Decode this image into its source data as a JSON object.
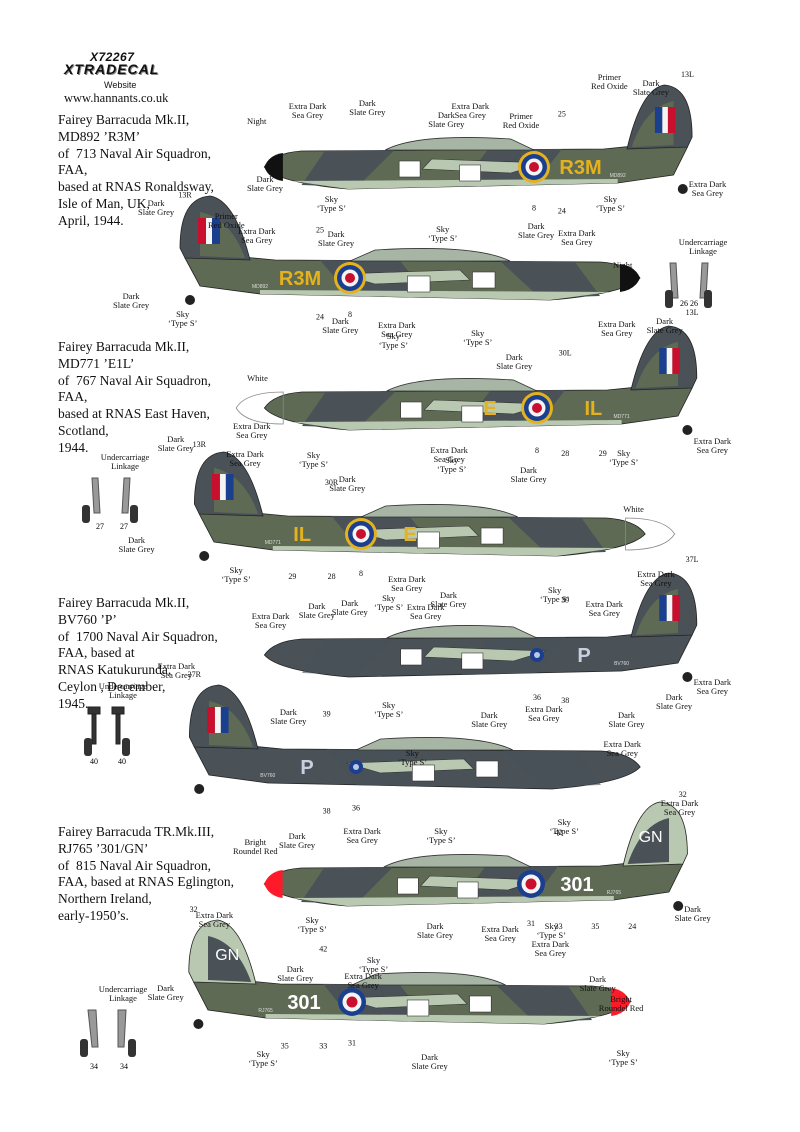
{
  "brand": {
    "product_code": "X72267",
    "name": "XTRADECAL",
    "website_label": "Website",
    "url": "www.hannants.co.uk"
  },
  "captions": [
    "Fairey Barracuda Mk.II,\nMD892 ’R3M’\nof  713 Naval Air Squadron,\nFAA,\nbased at RNAS Ronaldsway,\nIsle of Man, UK,\nApril, 1944.",
    "Fairey Barracuda Mk.II,\nMD771 ’E1L’\nof  767 Naval Air Squadron,\nFAA,\nbased at RNAS East Haven,\nScotland,\n1944.",
    "Fairey Barracuda Mk.II,\nBV760 ’P’\nof  1700 Naval Air Squadron,\nFAA, based at\nRNAS Katukurunda,\nCeylon , December,\n1945.",
    "Fairey Barracuda TR.Mk.III,\nRJ765 ’301/GN’\nof  815 Naval Air Squadron,\nFAA, based at RNAS Eglington,\nNorthern Ireland,\nearly-1950’s."
  ],
  "undercarriage": {
    "label": "Undercarriage\nLinkage",
    "sets": [
      [
        "26",
        "26"
      ],
      [
        "27",
        "27"
      ],
      [
        "40",
        "40"
      ],
      [
        "34",
        "34"
      ]
    ]
  },
  "planes": [
    {
      "codes": [
        "R3M"
      ],
      "serial": "MD892",
      "marks": {
        "a": "25",
        "b": "8",
        "c": "24",
        "fin": "13L"
      },
      "labels": [
        "Night",
        "Dark\nSlate Grey",
        "Extra Dark\nSea Grey",
        "Dark\nSlate Grey",
        "Extra Dark\nSea Grey",
        "Dark\nSlate Grey",
        "Primer\nRed Oxide",
        "Primer\nRed Oxide",
        "Dark\nSlate Grey",
        "Sky\n‘Type S’",
        "Sky\n‘Type S’",
        "Extra Dark\nSea Grey"
      ]
    },
    {
      "codes": [
        "R3M"
      ],
      "serial": "MD892",
      "marks": {
        "a": "25",
        "b": "8",
        "c": "24",
        "fin": "13R"
      },
      "labels": [
        "Dark\nSlate Grey",
        "Primer\nRed Oxide",
        "Extra Dark\nSea Grey",
        "Dark\nSlate Grey",
        "Sky\n‘Type S’",
        "Dark\nSlate Grey",
        "Extra Dark\nSea Grey",
        "Night",
        "Dark\nSlate Grey",
        "Sky\n‘Type S’",
        "Extra Dark\nSea Grey",
        "Sky\n‘Type S’",
        "Extra Dark\nSea Grey"
      ]
    },
    {
      "codes": [
        "E",
        "IL"
      ],
      "serial": "MD771",
      "marks": {
        "a": "30L",
        "b": "8",
        "c": "28",
        "d": "29",
        "fin": "13L"
      },
      "labels": [
        "Dark\nSlate Grey",
        "Sky\n‘Type S’",
        "Dark\nSlate Grey",
        "White",
        "Extra Dark\nSea Grey",
        "Sky\n‘Type S’",
        "Extra Dark\nSea Grey",
        "Dark\nSlate Grey",
        "Extra Dark\nSea Grey",
        "Sky\n‘Type S’"
      ]
    },
    {
      "codes": [
        "E",
        "IL"
      ],
      "serial": "MD771",
      "marks": {
        "a": "30R",
        "b": "8",
        "c": "28",
        "d": "29",
        "fin": "13R"
      },
      "labels": [
        "Dark\nSlate Grey",
        "Extra Dark\nSea Grey",
        "Dark\nSlate Grey",
        "Sky\n‘Type S’",
        "Dark\nSlate Grey",
        "White",
        "Dark\nSlate Grey",
        "Sky\n‘Type S’",
        "Extra Dark\nSea Grey",
        "Sky\n‘Type S’"
      ]
    },
    {
      "codes": [
        "P"
      ],
      "serial": "BV760",
      "marks": {
        "a": "39",
        "b": "36",
        "c": "38",
        "fin": "37L"
      },
      "labels": [
        "Extra Dark\nSea Grey",
        "Dark\nSlate Grey",
        "Dark\nSlate Grey",
        "Sky\n‘Type S’",
        "Extra Dark\nSea Grey",
        "Extra Dark\nSea Grey",
        "Dark\nSlate Grey",
        "Sky\n‘Type S’",
        "Extra Dark\nSea Grey",
        "Dark\nSlate Grey",
        "Extra Dark\nSea Grey"
      ]
    },
    {
      "codes": [
        "P"
      ],
      "serial": "BV760",
      "marks": {
        "a": "39",
        "b": "36",
        "c": "38",
        "fin": "37R"
      },
      "labels": [
        "Extra Dark\nSea Grey",
        "Dark\nSlate Grey",
        "Sky\n‘Type S’",
        "Dark\nSlate Grey",
        "Extra Dark\nSea Grey",
        "Dark\nSlate Grey",
        "Extra Dark\nSea Grey",
        "Sky\n‘Type S’"
      ]
    },
    {
      "codes": [
        "GN",
        "301"
      ],
      "serial": "RJ765",
      "marks": {
        "a": "42",
        "b": "31",
        "c": "33",
        "d": "35",
        "e": "24",
        "fin": "32"
      },
      "labels": [
        "Bright\nRoundel Red",
        "Dark\nSlate Grey",
        "Extra Dark\nSea Grey",
        "Sky\n‘Type S’",
        "Sky\n‘Type S’",
        "Extra Dark\nSea Grey",
        "Dark\nSlate Grey",
        "Dark\nSlate Grey",
        "Extra Dark\nSea Grey",
        "Sky\n‘Type S’"
      ]
    },
    {
      "codes": [
        "GN",
        "301"
      ],
      "serial": "RJ765",
      "marks": {
        "a": "42",
        "b": "31",
        "c": "33",
        "d": "35",
        "fin": "32"
      },
      "labels": [
        "Extra Dark\nSea Grey",
        "Dark\nSlate Grey",
        "Dark\nSlate Grey",
        "Extra Dark\nSea Grey",
        "Sky\n‘Type S’",
        "Dark\nSlate Grey",
        "Extra Dark\nSea Grey",
        "Bright\nRoundel Red",
        "Sky\n‘Type S’",
        "Dark\nSlate Grey",
        "Sky\n‘Type S’"
      ]
    }
  ],
  "colors": {
    "eds_grey": "#4a5258",
    "dark_slate": "#5f6a55",
    "sky": "#b9c8b0",
    "night": "#111111",
    "red": "#c8102e",
    "blue": "#1b3f8f",
    "yellow": "#e4b21e",
    "white": "#f4f4f4",
    "bright_red": "#ff1a2a"
  }
}
